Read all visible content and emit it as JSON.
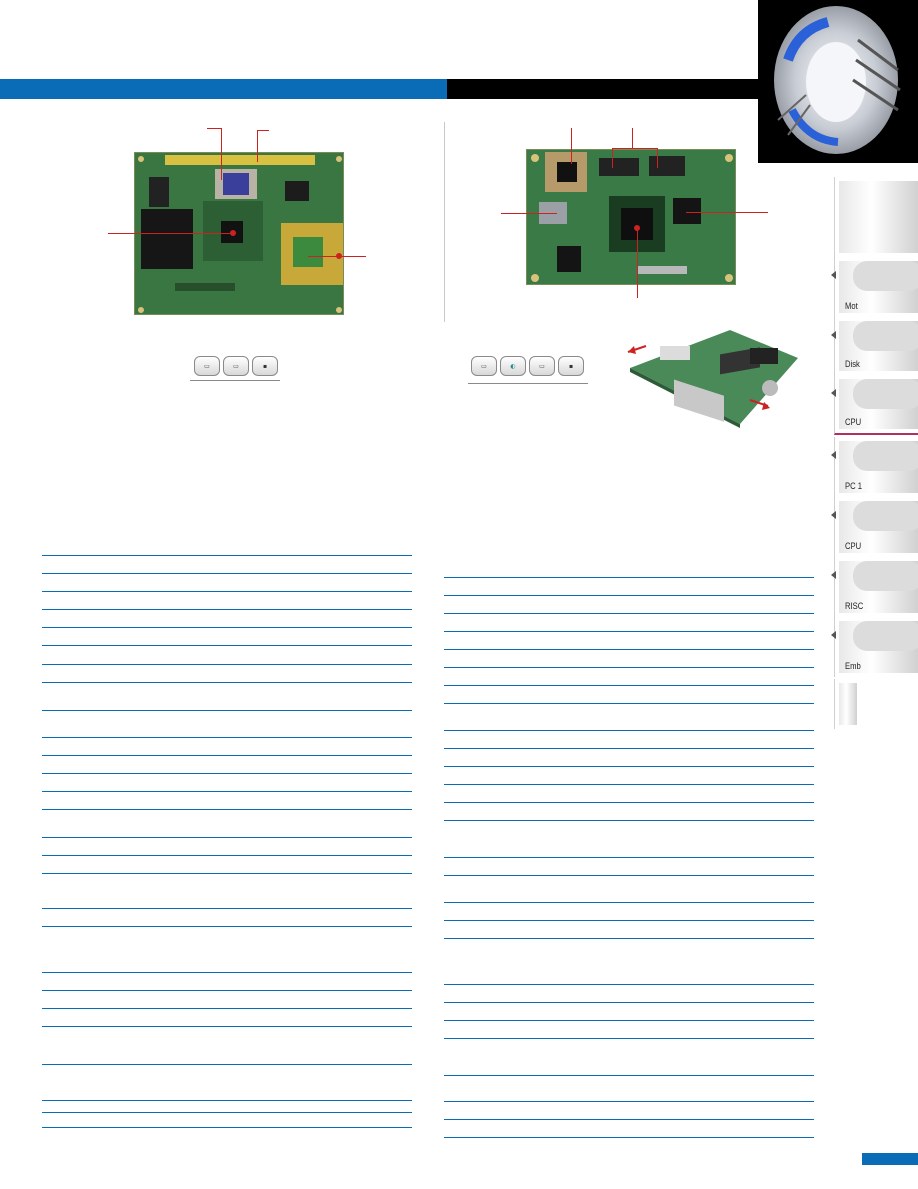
{
  "colors": {
    "accent_blue": "#0a6cb7",
    "black": "#000000",
    "pcb_green": "#2f6a3a",
    "callout_red": "#cc2222"
  },
  "left_module": {
    "icons": [
      "usb-port-icon",
      "lan-port-icon",
      "audio-port-icon"
    ]
  },
  "right_module": {
    "icons": [
      "usb-port-icon",
      "vga-port-icon",
      "lan-port-icon",
      "audio-port-icon"
    ]
  },
  "side_tabs": [
    {
      "label": "Mot"
    },
    {
      "label": "Disk"
    },
    {
      "label": "CPU"
    },
    {
      "label": "PC 1"
    },
    {
      "label": "CPU"
    },
    {
      "label": "RISC"
    },
    {
      "label": "Emb"
    }
  ]
}
